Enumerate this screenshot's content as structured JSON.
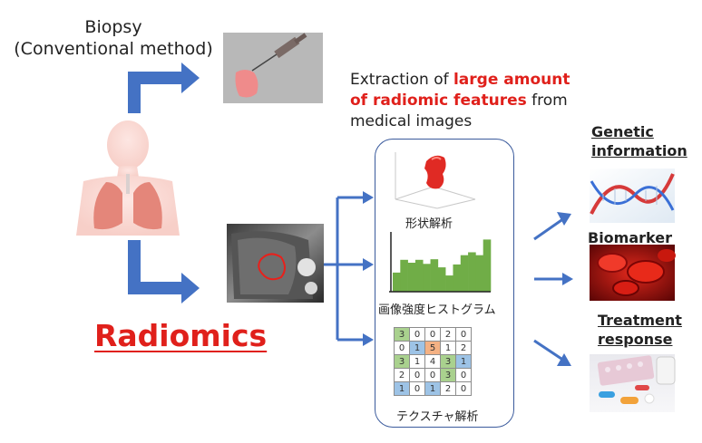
{
  "biopsy": {
    "line1": "Biopsy",
    "line2": "(Conventional method)"
  },
  "extraction": {
    "prefix": "Extraction of ",
    "highlight1": "large amount",
    "highlight2": "of radiomic features",
    "suffix1": " from",
    "line3": "medical images"
  },
  "title": "Radiomics",
  "features": {
    "shape": "形状解析",
    "histogram": "画像強度ヒストグラム",
    "texture": "テクスチャ解析",
    "histogram_levels": [
      0.33,
      0.55,
      0.5,
      0.55,
      0.48,
      0.56,
      0.42,
      0.28,
      0.47,
      0.63,
      0.68,
      0.63,
      0.9
    ],
    "texture_matrix": [
      [
        "3",
        "0",
        "0",
        "2",
        "0"
      ],
      [
        "0",
        "1",
        "5",
        "1",
        "2"
      ],
      [
        "3",
        "1",
        "4",
        "3",
        "1"
      ],
      [
        "2",
        "0",
        "0",
        "3",
        "0"
      ],
      [
        "1",
        "0",
        "1",
        "2",
        "0"
      ]
    ]
  },
  "outputs": {
    "genetic_line1": "Genetic",
    "genetic_line2": "information",
    "biomarker": "Biomarker",
    "treatment_line1": "Treatment",
    "treatment_line2": "response"
  },
  "colors": {
    "accent_red": "#e0201b",
    "arrow_blue": "#4472c4",
    "box_border": "#3a5a9c",
    "histogram_green": "#70ad47"
  },
  "icons": [
    "person-lungs-icon",
    "syringe-tissue-icon",
    "ct-scan-icon",
    "tumor-3d-icon",
    "dna-helix-icon",
    "red-blood-cells-icon",
    "pills-icon"
  ]
}
